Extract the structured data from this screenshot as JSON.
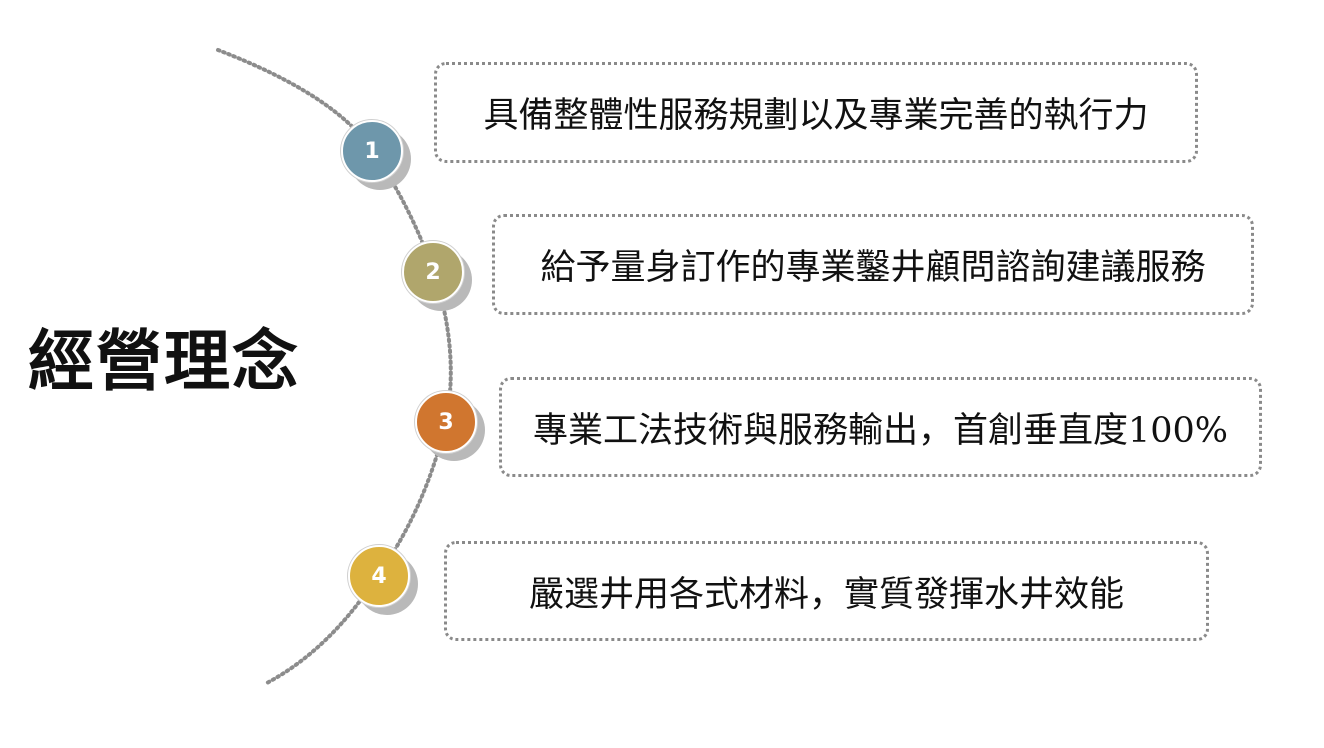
{
  "title": "經營理念",
  "items": [
    {
      "number": "1",
      "text": "具備整體性服務規劃以及專業完善的執行力",
      "color": "#6e97ab"
    },
    {
      "number": "2",
      "text": "給予量身訂作的專業鑿井顧問諮詢建議服務",
      "color": "#b0a66c"
    },
    {
      "number": "3",
      "text": "專業工法技術與服務輸出，首創垂直度100%",
      "color": "#d0762f"
    },
    {
      "number": "4",
      "text": "嚴選井用各式材料，實質發揮水井效能",
      "color": "#ddb23e"
    }
  ],
  "colors": {
    "connector": "#8c8c8c",
    "box_border": "#8a8a8a",
    "circle_shadow": "#b9b9b9"
  }
}
